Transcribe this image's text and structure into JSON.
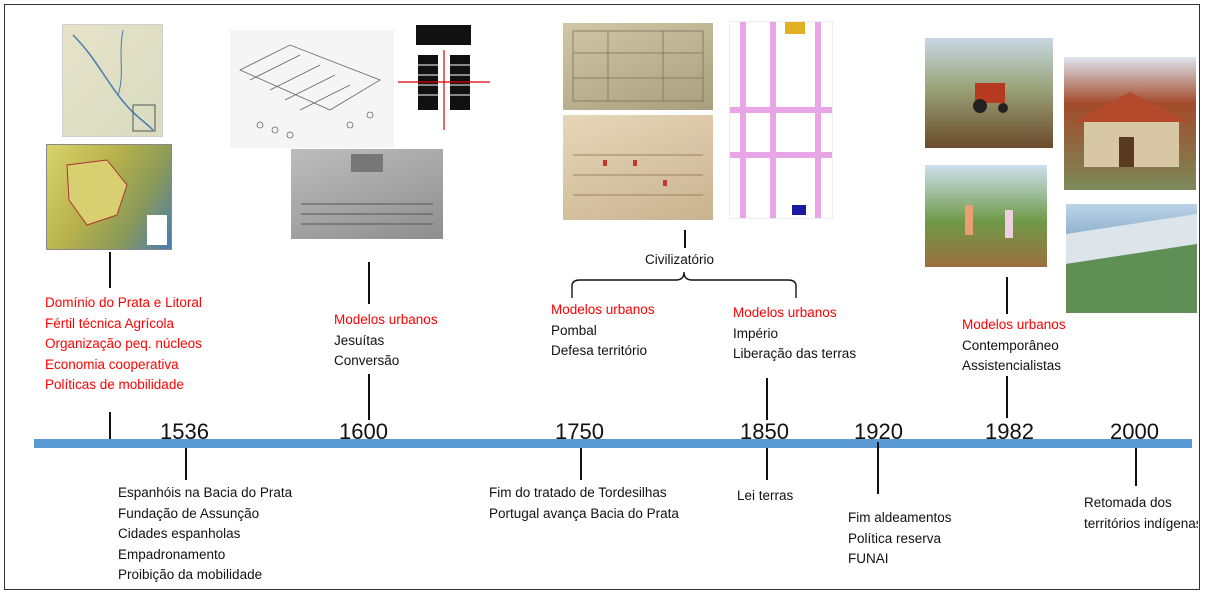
{
  "colors": {
    "axis": "#5b9bd5",
    "highlight": "#ff0000",
    "text": "#111111"
  },
  "years": [
    "1536",
    "1600",
    "1750",
    "1850",
    "1920",
    "1982",
    "2000"
  ],
  "above": {
    "b1536": {
      "title_lines": [
        "Domínio do Prata e Litoral",
        "Fértil técnica Agrícola",
        "Organização peq. núcleos",
        "Economia cooperativa",
        "Políticas de mobilidade"
      ]
    },
    "b1600": {
      "title": "Modelos urbanos",
      "lines": [
        "Jesuítas",
        "Conversão"
      ]
    },
    "civilizatorio": "Civilizatório",
    "b1750": {
      "title": "Modelos urbanos",
      "lines": [
        "Pombal",
        "Defesa território"
      ]
    },
    "b1850": {
      "title": "Modelos urbanos",
      "lines": [
        "Império",
        "Liberação das terras"
      ]
    },
    "b1982": {
      "title": "Modelos urbanos",
      "lines": [
        "Contemporâneo",
        "Assistencialistas"
      ]
    }
  },
  "below": {
    "b1536": [
      "Espanhóis na Bacia do Prata",
      "Fundação de Assunção",
      "Cidades espanholas",
      "Empadronamento",
      "Proibição da mobilidade"
    ],
    "b1750": [
      "Fim do tratado de Tordesilhas",
      "Portugal avança Bacia do Prata"
    ],
    "b1850": [
      "Lei terras"
    ],
    "b1920": [
      "Fim aldeamentos",
      "Política reserva",
      "FUNAI"
    ],
    "b2000": [
      "Retomada dos",
      "territórios indígenas"
    ]
  },
  "illustration_icons": [
    "map-image",
    "colored-map-image",
    "mission-sketch-image",
    "mission-plan-image",
    "mission-photo-image",
    "urban-plan-grey-image",
    "urban-plan-beige-image",
    "urban-plan-grid-image",
    "tractor-field-photo",
    "children-road-photo",
    "house-photo",
    "dam-photo"
  ]
}
